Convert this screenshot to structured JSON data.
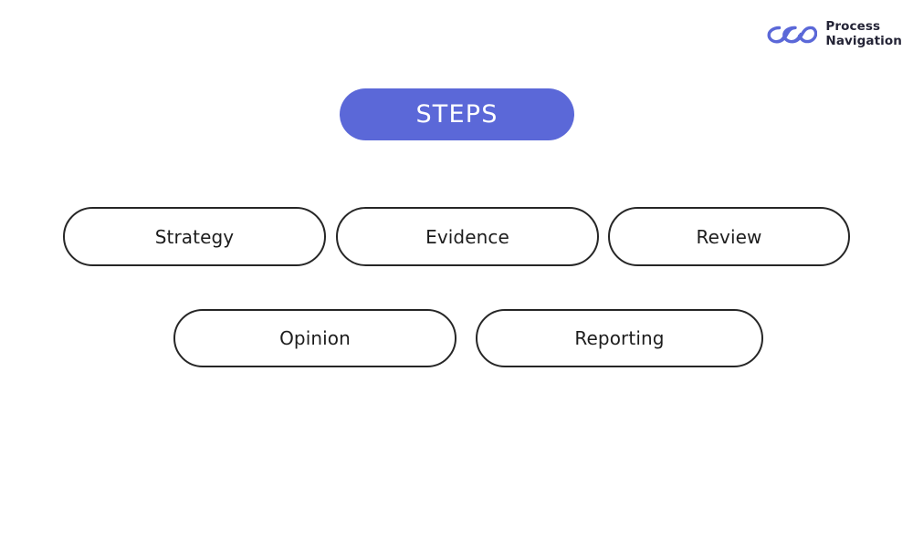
{
  "brand": {
    "mark_icon": "interlocking-loops-logo-icon",
    "line1": "Process",
    "line2": "Navigation",
    "mark_color": "#5b68d8",
    "text_color": "#242436"
  },
  "title": {
    "label": "STEPS",
    "background_color": "#5b68d8",
    "text_color": "#ffffff"
  },
  "steps": {
    "border_color": "#262626",
    "fill_color": "#ffffff",
    "text_color": "#1d1d1d",
    "rows": [
      {
        "items": [
          {
            "label": "Strategy"
          },
          {
            "label": "Evidence"
          },
          {
            "label": "Review"
          }
        ]
      },
      {
        "items": [
          {
            "label": "Opinion"
          },
          {
            "label": "Reporting"
          }
        ]
      }
    ]
  },
  "canvas": {
    "background_color": "#ffffff"
  }
}
